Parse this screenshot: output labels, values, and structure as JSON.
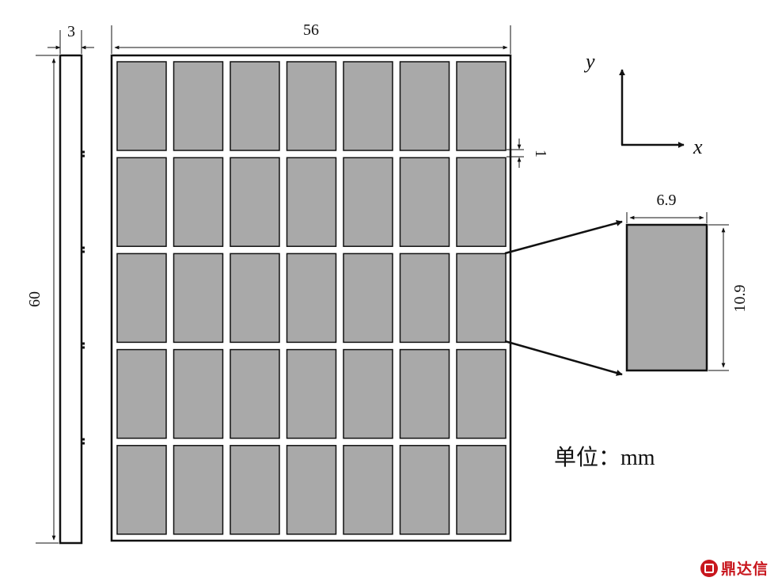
{
  "diagram": {
    "side_view_thickness_label": "3",
    "plate_width_label": "56",
    "plate_height_label": "60",
    "gap_label": "1",
    "cell_width_label": "6.9",
    "cell_height_label": "10.9",
    "axis_x_label": "x",
    "axis_y_label": "y",
    "unit_label": "单位：mm",
    "grid": {
      "rows": 5,
      "cols": 7
    },
    "cell_fill": "#a9a9a9",
    "line_color": "#111111"
  },
  "logo": {
    "text": "鼎达信",
    "color": "#c8161d"
  }
}
